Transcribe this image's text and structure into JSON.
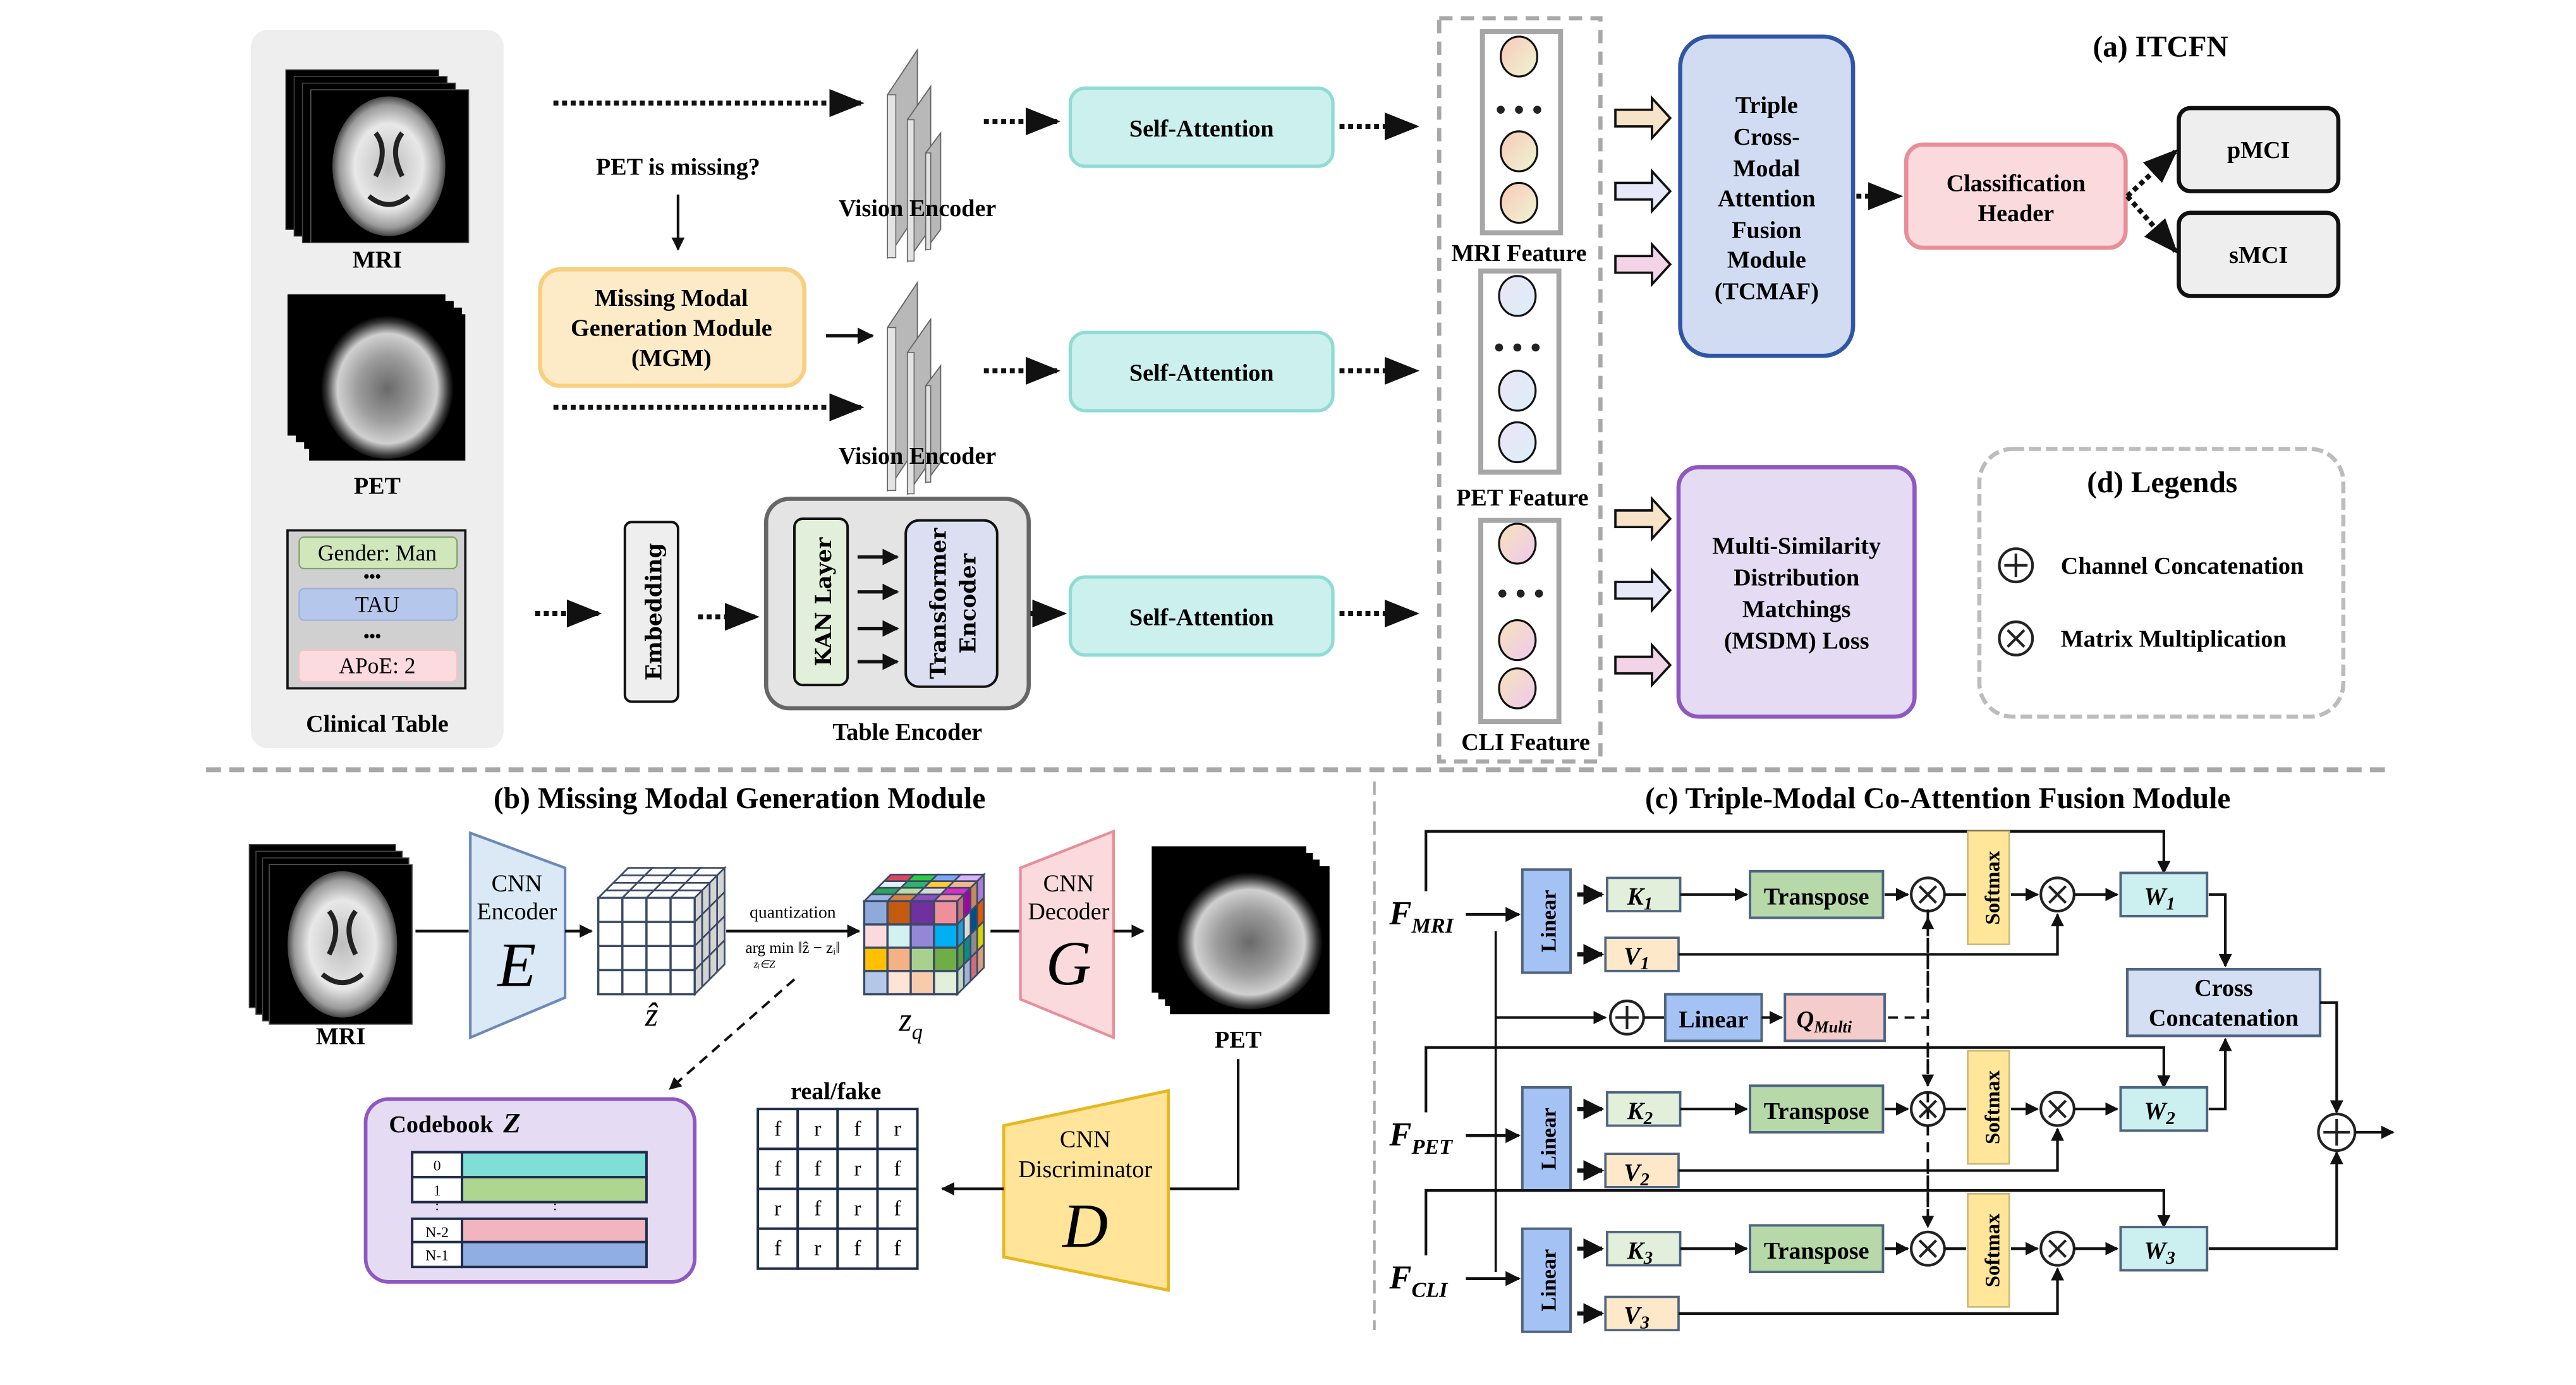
{
  "figure": {
    "panel_a": {
      "title": "(a) ITCFN",
      "inputs": {
        "mri_label": "MRI",
        "pet_label": "PET",
        "clinical_table_label": "Clinical Table",
        "clinical_rows": [
          "Gender: Man",
          "TAU",
          "APoE: 2"
        ],
        "ellipsis": "•••"
      },
      "pet_missing_question": "PET is missing?",
      "mgm_box": [
        "Missing Modal",
        "Generation Module",
        "(MGM)"
      ],
      "vision_encoder_label": "Vision Encoder",
      "embedding_label": "Embedding",
      "kan_layer_label": "KAN Layer",
      "transformer_encoder_label": [
        "Transformer",
        "Encoder"
      ],
      "table_encoder_label": "Table Encoder",
      "self_attention_label": "Self-Attention",
      "features": [
        "MRI Feature",
        "PET Feature",
        "CLI Feature"
      ],
      "tcmaf_box": [
        "Triple",
        "Cross-",
        "Modal",
        "Attention",
        "Fusion",
        "Module",
        "(TCMAF)"
      ],
      "classification_header": [
        "Classification",
        "Header"
      ],
      "outputs": [
        "pMCI",
        "sMCI"
      ],
      "msdm_box": [
        "Multi-Similarity",
        "Distribution",
        "Matchings",
        "(MSDM) Loss"
      ]
    },
    "panel_d": {
      "title": "(d) Legends",
      "items": [
        {
          "symbol": "plus-circle",
          "label": "Channel Concatenation"
        },
        {
          "symbol": "times-circle",
          "label": "Matrix Multiplication"
        }
      ]
    },
    "panel_b": {
      "title": "(b) Missing Modal Generation Module",
      "mri_label": "MRI",
      "pet_label": "PET",
      "encoder": {
        "line1": "CNN",
        "line2": "Encoder",
        "symbol": "E"
      },
      "decoder": {
        "line1": "CNN",
        "line2": "Decoder",
        "symbol": "G"
      },
      "discriminator": {
        "line1": "CNN",
        "line2": "Discriminator",
        "symbol": "D"
      },
      "z_hat_label": "ẑ",
      "z_q_label": "z",
      "z_q_sub": "q",
      "quantization_label": "quantization",
      "argmin_label": "arg min ‖ẑ − zᵢ‖",
      "argmin_sub": "zᵢ∈Z",
      "codebook_label": "Codebook",
      "codebook_symbol": "Z",
      "codebook_rows": [
        {
          "index": "0",
          "color": "#7fded5"
        },
        {
          "index": "1",
          "color": "#aed690"
        },
        {
          "index": "N-2",
          "color": "#f2b5bf"
        },
        {
          "index": "N-1",
          "color": "#91aee3"
        }
      ],
      "codebook_ellipsis": ":",
      "real_fake_title": "real/fake",
      "real_fake_grid": [
        [
          "f",
          "r",
          "f",
          "r"
        ],
        [
          "f",
          "f",
          "r",
          "f"
        ],
        [
          "r",
          "f",
          "r",
          "f"
        ],
        [
          "f",
          "r",
          "f",
          "f"
        ]
      ],
      "zq_front_colors": [
        [
          "#8eaadb",
          "#c55a11",
          "#7030a0",
          "#ee8f99"
        ],
        [
          "#fadadd",
          "#d4f1f2",
          "#9487d6",
          "#00b0f0"
        ],
        [
          "#ffc000",
          "#f4b183",
          "#a9d18e",
          "#70ad47"
        ],
        [
          "#b4c7e7",
          "#fce4d6",
          "#f8cbad",
          "#e2efda"
        ]
      ],
      "zq_top_colors": [
        [
          "#d9475a",
          "#2ecc40",
          "#7fa7f0",
          "#d7b3f5"
        ],
        [
          "#e3eef9",
          "#2db46b",
          "#ffc937",
          "#f7b48d"
        ],
        [
          "#2ca45b",
          "#b9dca0",
          "#d9d9d9",
          "#d62fcf"
        ],
        [
          "#9db6e6",
          "#d98042",
          "#8e4fbf",
          "#ef97a5"
        ]
      ],
      "zq_side_colors": [
        [
          "#c9707b",
          "#a800a8",
          "#c98a5a",
          "#a97fd4"
        ],
        [
          "#1aa0d8",
          "#d9d9d9",
          "#004f8a",
          "#e05a00"
        ],
        [
          "#5aa03a",
          "#0b8a8a",
          "#8c8c8c",
          "#d9d400"
        ],
        [
          "#c4d6c0",
          "#9eb3d6",
          "#c9707b",
          "#d9a07a"
        ]
      ]
    },
    "panel_c": {
      "title": "(c) Triple-Modal Co-Attention Fusion Module",
      "rows": [
        {
          "input": "F",
          "input_sub": "MRI",
          "k": "K",
          "k_sub": "1",
          "v": "V",
          "v_sub": "1",
          "w": "W",
          "w_sub": "1"
        },
        {
          "input": "F",
          "input_sub": "PET",
          "k": "K",
          "k_sub": "2",
          "v": "V",
          "v_sub": "2",
          "w": "W",
          "w_sub": "2"
        },
        {
          "input": "F",
          "input_sub": "CLI",
          "k": "K",
          "k_sub": "3",
          "v": "V",
          "v_sub": "3",
          "w": "W",
          "w_sub": "3"
        }
      ],
      "linear_label": "Linear",
      "transpose_label": "Transpose",
      "softmax_label": "Softmax",
      "q_label": "Q",
      "q_sub": "Multi",
      "cross_concat_label": [
        "Cross",
        "Concatenation"
      ]
    },
    "colors": {
      "self_attention_fill": "#ccf0ed",
      "self_attention_stroke": "#8fdcd4",
      "mgm_fill": "#fdebc8",
      "mgm_stroke": "#f7cf7e",
      "tcmaf_fill": "#d1dcf2",
      "tcmaf_stroke": "#2f55a4",
      "classification_fill": "#fadadd",
      "classification_stroke": "#e98e98",
      "msdm_fill": "#e5dcf3",
      "msdm_stroke": "#8e58c0",
      "linear_fill": "#a4c2f4",
      "k_fill": "#e2efda",
      "v_fill": "#fde9c9",
      "transpose_fill": "#b7d8a8",
      "softmax_fill": "#ffe699",
      "w_fill": "#ccf0ef",
      "q_fill": "#f4cccc",
      "cross_fill": "#d4dff3",
      "encoder_fill": "#dbe9f6",
      "decoder_fill": "#fadadd",
      "discriminator_fill": "#ffe49a"
    }
  }
}
